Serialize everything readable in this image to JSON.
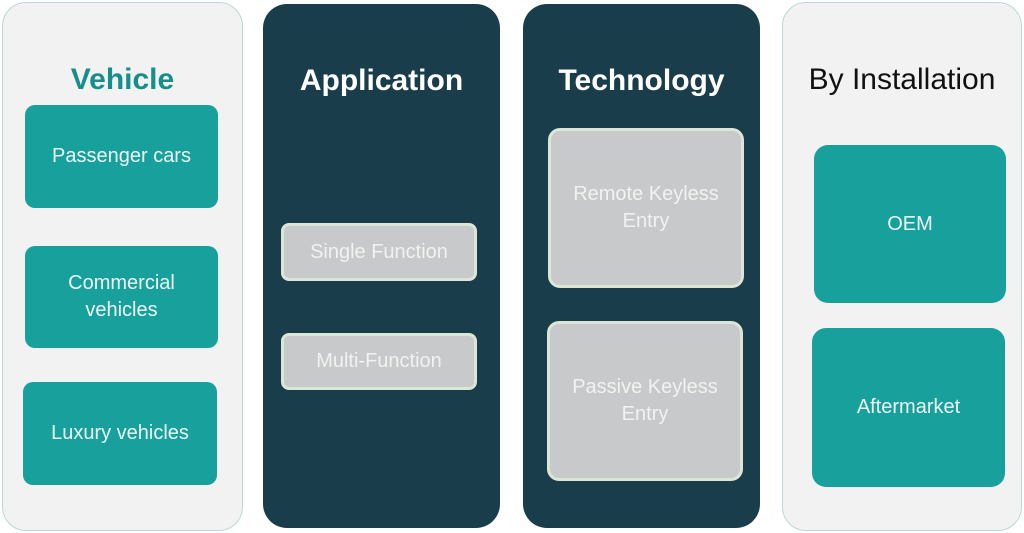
{
  "colors": {
    "teal": "#17a09c",
    "dark_panel": "#193d4a",
    "light_panel": "#f2f2f2",
    "grey_box": "#c7c9ca",
    "title_teal": "#168f8b"
  },
  "columns": [
    {
      "title": "Vehicle",
      "items": [
        "Passenger cars",
        "Commercial vehicles",
        "Luxury vehicles"
      ]
    },
    {
      "title": "Application",
      "items": [
        "Single Function",
        "Multi-Function"
      ]
    },
    {
      "title": "Technology",
      "items": [
        "Remote Keyless Entry",
        "Passive Keyless Entry"
      ]
    },
    {
      "title": "By Installation",
      "items": [
        "OEM",
        "Aftermarket"
      ]
    }
  ]
}
